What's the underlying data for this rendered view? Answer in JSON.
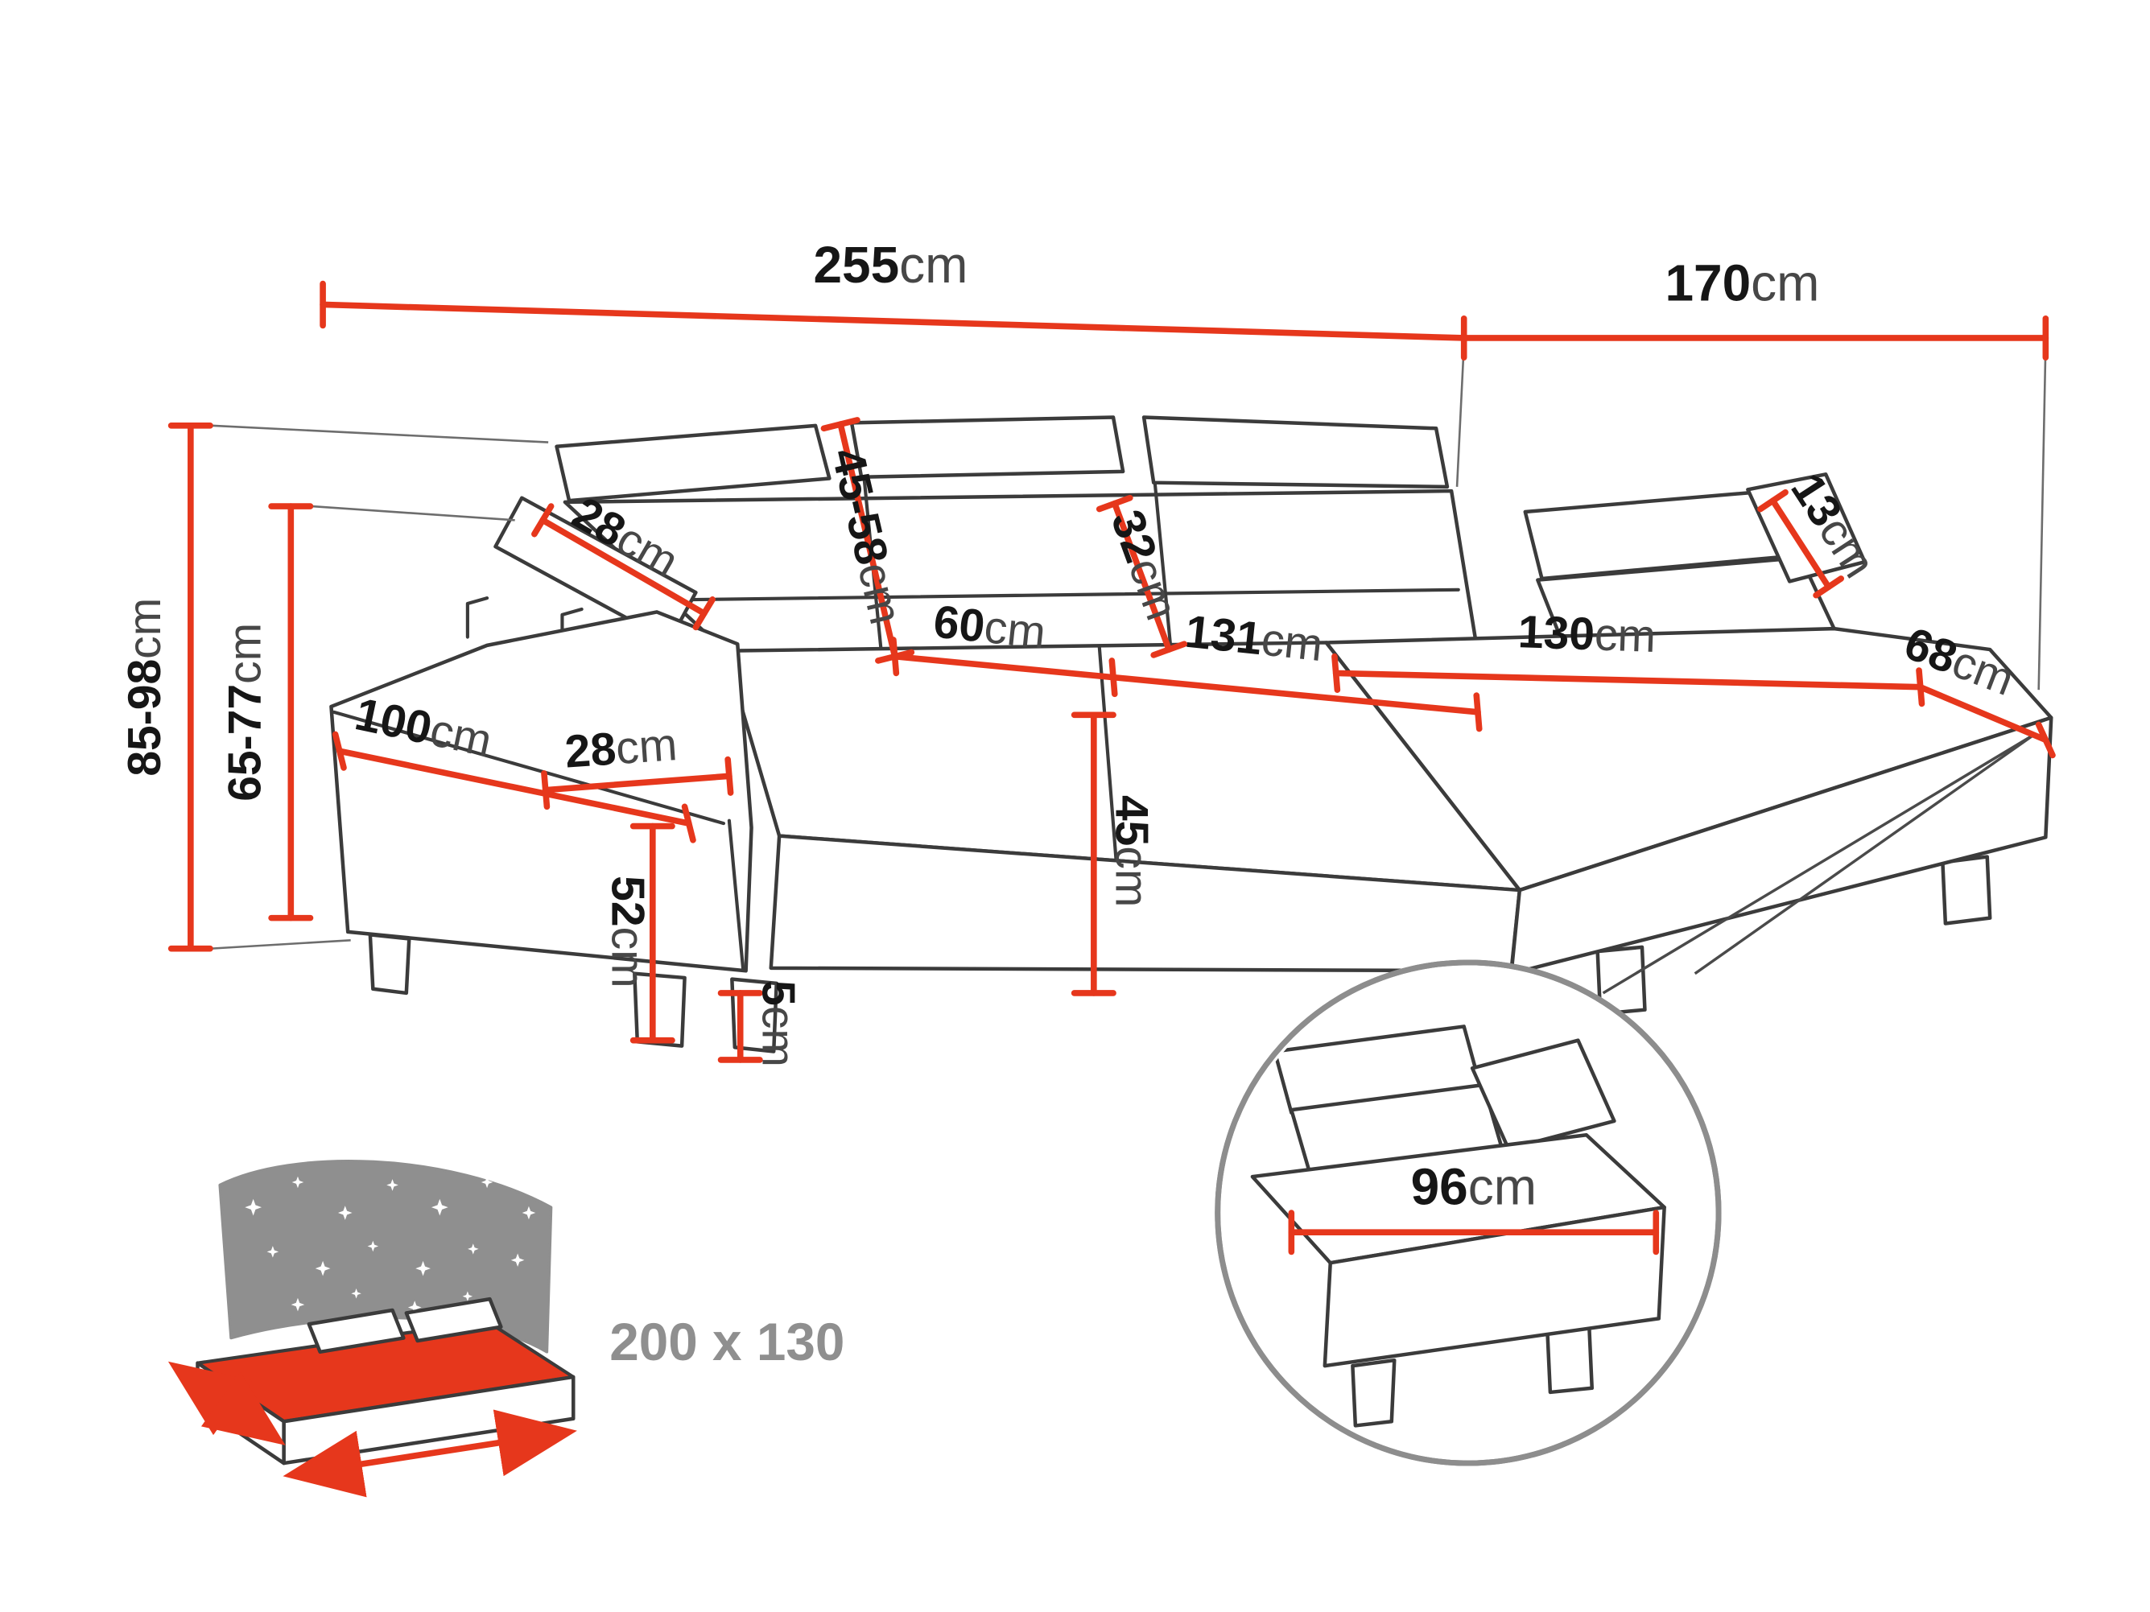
{
  "diagram": {
    "subject": "corner-sofa-dimension-diagram"
  },
  "dimensions": {
    "overall_width": {
      "value": "255",
      "unit": "cm"
    },
    "total_depth": {
      "value": "170",
      "unit": "cm"
    },
    "height_range": {
      "value": "85-98",
      "unit": "cm"
    },
    "backrest_height_range": {
      "value": "65-77",
      "unit": "cm"
    },
    "headrest_cushion": {
      "value": "28",
      "unit": "cm"
    },
    "backrest_adjustable": {
      "value": "45-58",
      "unit": "cm"
    },
    "seat_depth": {
      "value": "60",
      "unit": "cm"
    },
    "headrest_depth": {
      "value": "32",
      "unit": "cm"
    },
    "seat_width": {
      "value": "131",
      "unit": "cm"
    },
    "chaise_length": {
      "value": "130",
      "unit": "cm"
    },
    "side_cushion": {
      "value": "13",
      "unit": "cm"
    },
    "chaise_end_width": {
      "value": "68",
      "unit": "cm"
    },
    "armrest_length": {
      "value": "100",
      "unit": "cm"
    },
    "armrest_width": {
      "value": "28",
      "unit": "cm"
    },
    "seat_height": {
      "value": "45",
      "unit": "cm"
    },
    "armrest_height": {
      "value": "52",
      "unit": "cm"
    },
    "leg_height": {
      "value": "5",
      "unit": "cm"
    },
    "detail_seat_width": {
      "value": "96",
      "unit": "cm"
    }
  },
  "sleeping_area": {
    "size_label": "200 x 130"
  },
  "colors": {
    "dimension_red": "#e6371c",
    "outline_dark": "#3b3b3b",
    "text_black": "#161616",
    "unit_gray": "#474747",
    "muted_gray": "#8f8f8f",
    "star_white": "#ffffff"
  }
}
